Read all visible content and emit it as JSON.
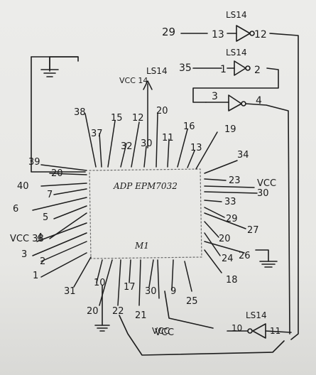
{
  "chip": {
    "name": "ADP EPM7032",
    "corner": "M1"
  },
  "gates": [
    {
      "part": "LS14",
      "in_pin": "13",
      "out_pin": "12",
      "net": "29"
    },
    {
      "part": "LS14",
      "in_pin": "1",
      "out_pin": "2",
      "net": "35"
    },
    {
      "part": "",
      "in_pin": "3",
      "out_pin": "4",
      "net": ""
    },
    {
      "part": "LS14",
      "in_pin": "10",
      "out_pin": "11",
      "net": ""
    }
  ],
  "supply": {
    "ls14": "LS14",
    "vcc14": "VCC 14",
    "vcc": "VCC"
  },
  "pins": {
    "top": [
      "38",
      "37",
      "15",
      "32",
      "12",
      "30",
      "20",
      "11",
      "16",
      "13",
      "19"
    ],
    "left": [
      "39",
      "20",
      "40",
      "7",
      "6",
      "5",
      "4",
      "VCC 38",
      "3",
      "2",
      "1"
    ],
    "right": [
      "34",
      "23",
      "VCC",
      "30",
      "33",
      "29",
      "27",
      "20",
      "24",
      "26",
      "18"
    ],
    "bottom": [
      "31",
      "10",
      "20",
      "22",
      "17",
      "21",
      "30",
      "VCC",
      "9",
      "25"
    ]
  }
}
